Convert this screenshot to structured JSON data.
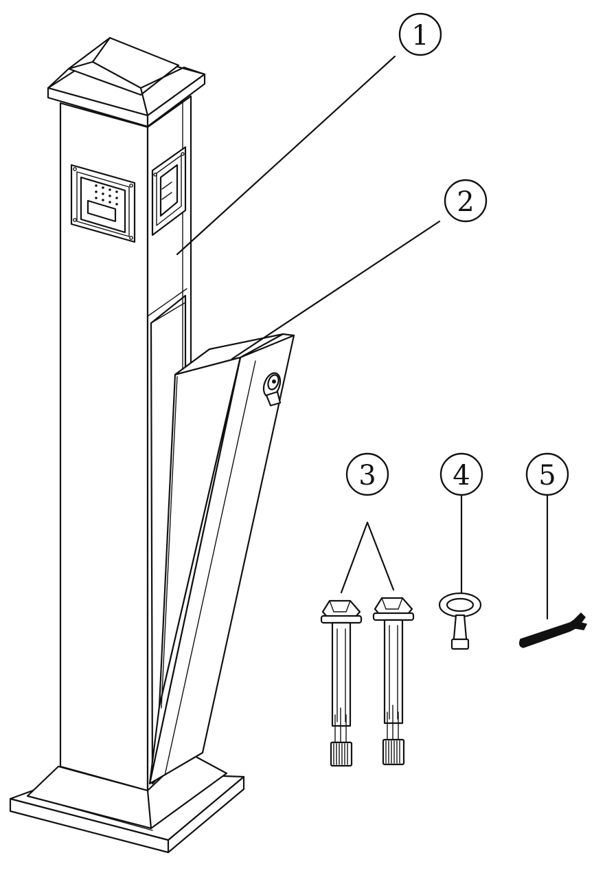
{
  "callouts": [
    {
      "id": "1",
      "label": "1"
    },
    {
      "id": "2",
      "label": "2"
    },
    {
      "id": "3",
      "label": "3"
    },
    {
      "id": "4",
      "label": "4"
    },
    {
      "id": "5",
      "label": "5"
    }
  ],
  "colors": {
    "stroke": "#111111",
    "background": "#ffffff"
  }
}
